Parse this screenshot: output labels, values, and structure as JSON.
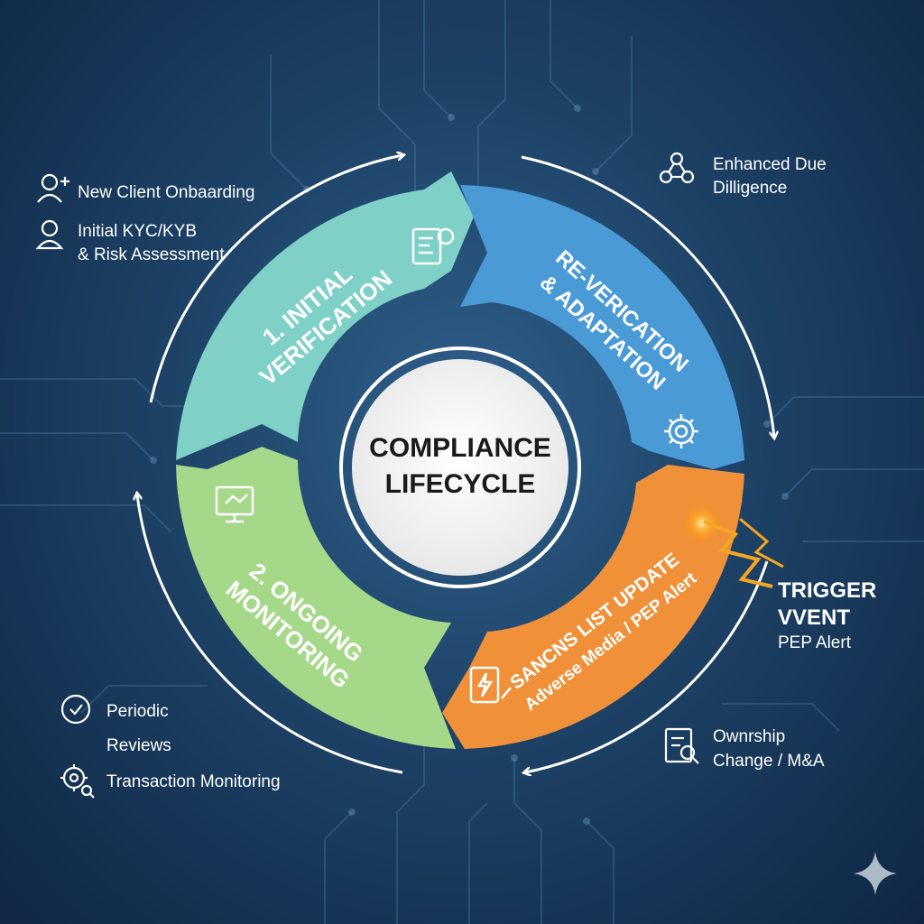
{
  "center": {
    "line1": "COMPLIANCE",
    "line2": "LIFECYCLE"
  },
  "segments": {
    "initial": {
      "line1": "1. INITIAL",
      "line2": "VERIFICATION",
      "color": "#7fd1c7"
    },
    "reverify": {
      "line1": "RE-VERICATION",
      "line2": "& ADAPTATION",
      "color": "#4a9ad6"
    },
    "sanctions": {
      "line1": "SANCNS LIST UPDATE",
      "line2": "Adverse Media / PEP Alert",
      "color": "#f0913a"
    },
    "ongoing": {
      "line1": "2. ONGOING",
      "line2": "MONITORING",
      "color": "#a6d88a"
    }
  },
  "top_left": {
    "onboarding": "New Client Onbaarding",
    "kyc_line1": "Initial KYC/KYB",
    "kyc_line2": "& Risk Assessment"
  },
  "top_right": {
    "line1": "Enhanced Due",
    "line2": "Dilligence"
  },
  "trigger": {
    "line1": "TRIGGER",
    "line2": "VVENT",
    "line3": "PEP Alert"
  },
  "bottom_right": {
    "line1": "Ownrship",
    "line2": "Change / M&A"
  },
  "bottom_left": {
    "periodic_line1": "Periodic",
    "periodic_line2": "Reviews",
    "transaction": "Transaction Monitoring"
  },
  "icons": {
    "user_add": "user-add-icon",
    "user": "user-icon",
    "network": "network-icon",
    "document": "document-icon",
    "gear": "gear-icon",
    "monitor": "monitor-icon",
    "lightning_doc": "lightning-doc-icon",
    "clock_check": "clock-check-icon",
    "gear_search": "gear-search-icon",
    "doc_search": "document-search-icon",
    "sparkle": "sparkle-icon"
  }
}
